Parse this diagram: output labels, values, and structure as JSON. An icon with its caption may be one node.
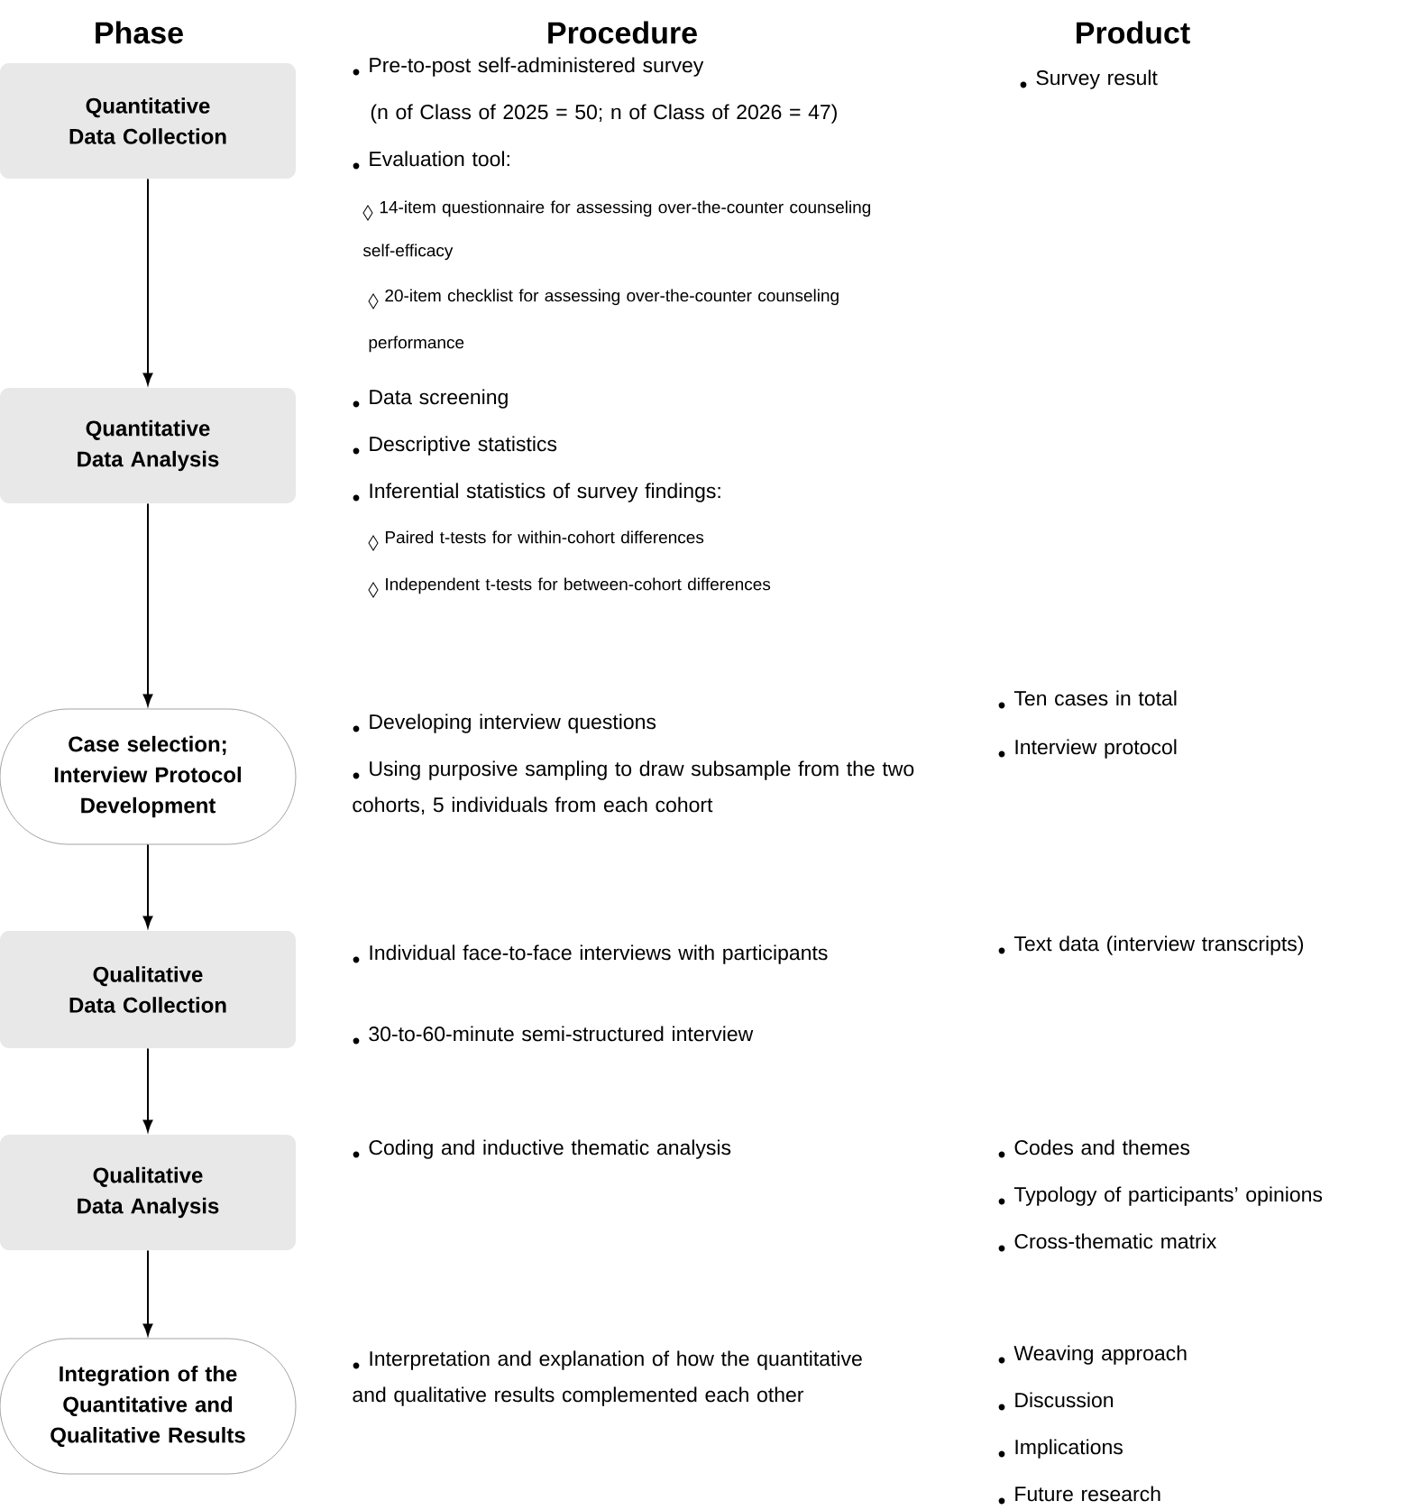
{
  "diagram": {
    "nodes": [
      {
        "text": [
          "Quantitative Data Collection"
        ]
      },
      {
        "text": [
          "Quantitative Data Analysis"
        ]
      },
      {
        "text": [
          "Case selection; Interview Protocol Development"
        ]
      },
      {
        "text": [
          "Qualitative Data Collection"
        ]
      },
      {
        "text": [
          "Qualitative Data Analysis"
        ]
      },
      {
        "text": [
          "Integration of the Quantitative and Qualitative Results"
        ]
      }
    ],
    "edges": [
      {
        "from": 0,
        "to": 1,
        "arrow": "to"
      },
      {
        "from": 1,
        "to": 2,
        "arrow": "to"
      },
      {
        "from": 2,
        "to": 3,
        "arrow": "to"
      },
      {
        "from": 3,
        "to": 4,
        "arrow": "to"
      },
      {
        "from": 4,
        "to": 5,
        "arrow": "to"
      }
    ],
    "labels": [
      "Phase",
      "Procedure",
      "Product",
      "Pre-to-post self-administered survey",
      "(n of Class of 2025 = 50; n of Class of 2026 = 47)",
      "Survey result",
      "Evaluation tool:",
      "14-item questionnaire for assessing over-the-counter counseling self-efficacy",
      "20-item checklist for assessing over-the-counter counseling performance",
      "Data screening",
      "Descriptive statistics",
      "Inferential statistics of survey findings:",
      "Paired t-tests for within-cohort differences",
      "Independent t-tests for between-cohort differences",
      "Ten cases in total",
      "Developing interview questions",
      "Interview protocol",
      "Using purposive sampling to draw subsample from the two cohorts, 5 individuals from each cohort",
      "Text data (interview transcripts)",
      "Individual face-to-face interviews with participants",
      "30-to-60-minute semi-structured interview",
      "Coding and inductive thematic analysis",
      "Codes and themes",
      "Typology of participants’ opinions",
      "Cross-thematic matrix",
      "Interpretation and explanation of how the quantitative and qualitative results complemented each other",
      "Weaving approach",
      "Discussion",
      "Implications",
      "Future research"
    ]
  }
}
